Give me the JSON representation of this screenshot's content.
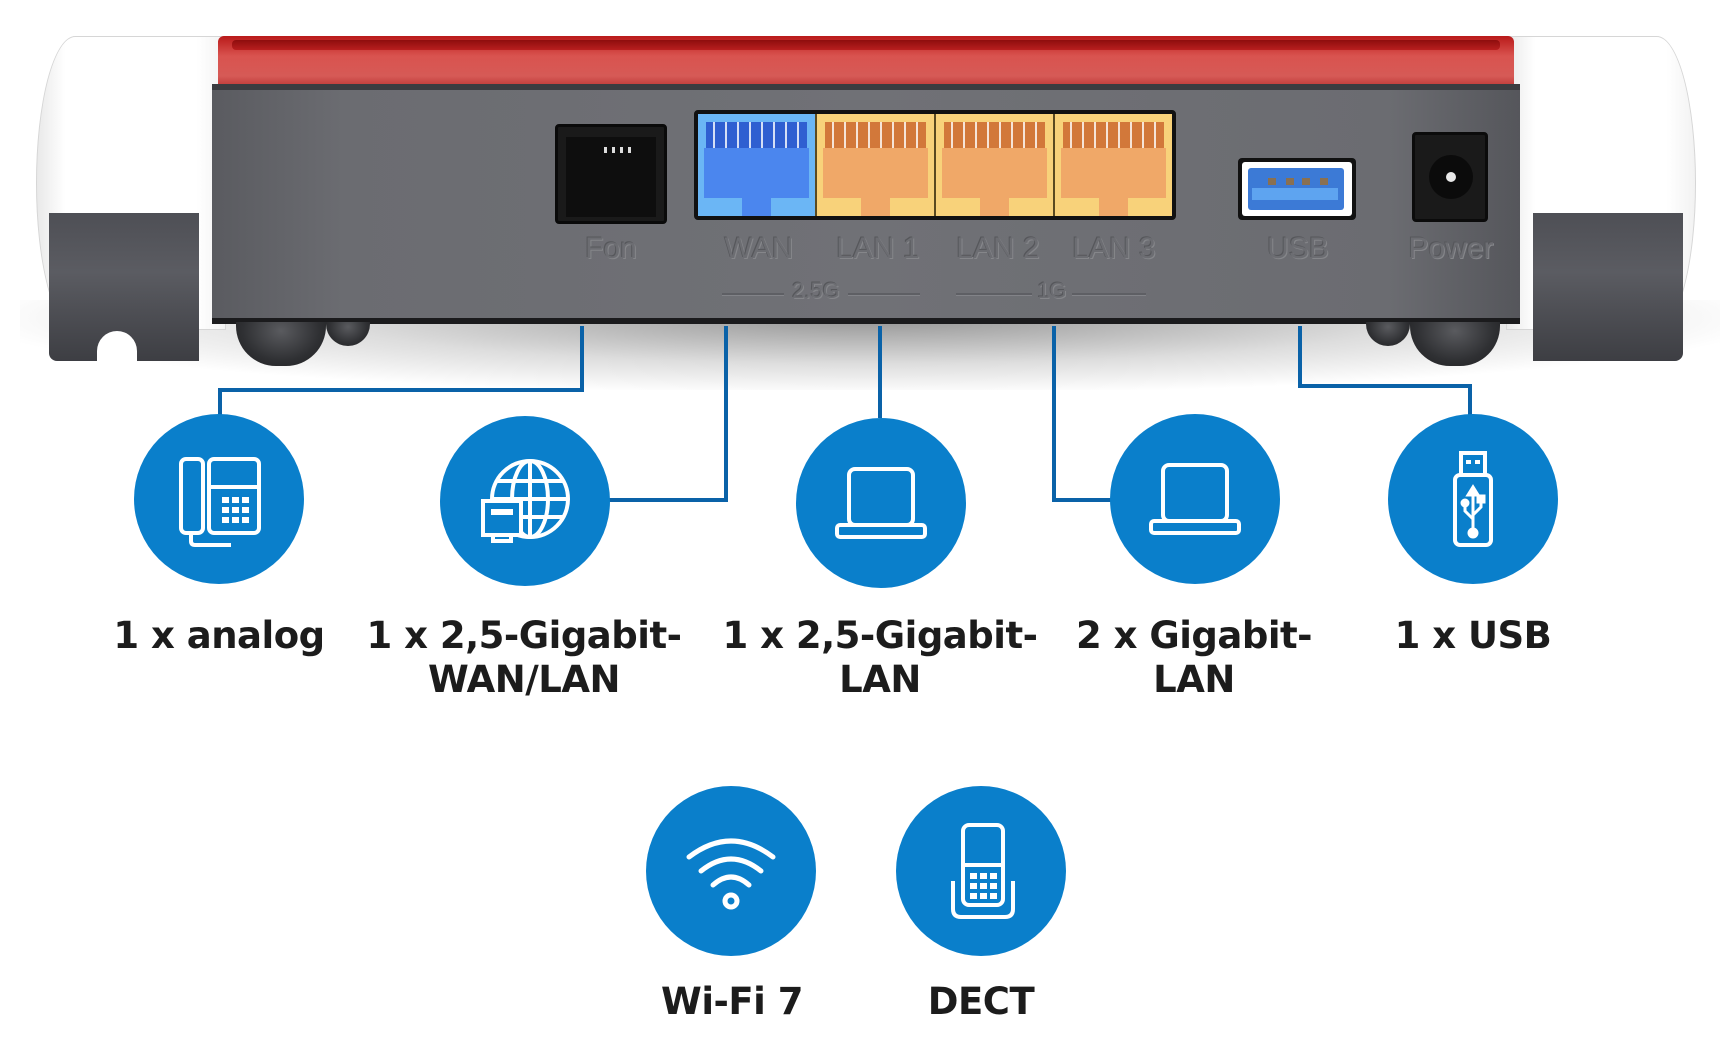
{
  "image": {
    "subject": "Router rear panel with port overview",
    "colors": {
      "accent_blue": "#0a7fcb",
      "connector_line": "#0a62a8",
      "router_red": "#d9534f",
      "panel_gray": "#6b6c71",
      "wan_port": "#4b86ee",
      "lan_port": "#f0a868",
      "caption_text": "#1c1c1c"
    }
  },
  "router": {
    "port_labels": {
      "fon": "Fon",
      "wan": "WAN",
      "lan1": "LAN 1",
      "lan2": "LAN 2",
      "lan3": "LAN 3",
      "usb": "USB",
      "power": "Power"
    },
    "speed_groups": {
      "group1": "2.5G",
      "group2": "1G"
    }
  },
  "features": [
    {
      "icon": "phone-icon",
      "line1": "1 x analog",
      "line2": ""
    },
    {
      "icon": "globe-ethernet-icon",
      "line1": "1 x 2,5-Gigabit-",
      "line2": "WAN/LAN"
    },
    {
      "icon": "laptop-icon",
      "line1": "1 x 2,5-Gigabit-",
      "line2": "LAN"
    },
    {
      "icon": "laptop-icon",
      "line1": "2 x Gigabit-",
      "line2": "LAN"
    },
    {
      "icon": "usb-stick-icon",
      "line1": "1 x USB",
      "line2": ""
    },
    {
      "icon": "wifi-icon",
      "line1": "Wi-Fi 7",
      "line2": ""
    },
    {
      "icon": "dect-handset-icon",
      "line1": "DECT",
      "line2": ""
    }
  ]
}
